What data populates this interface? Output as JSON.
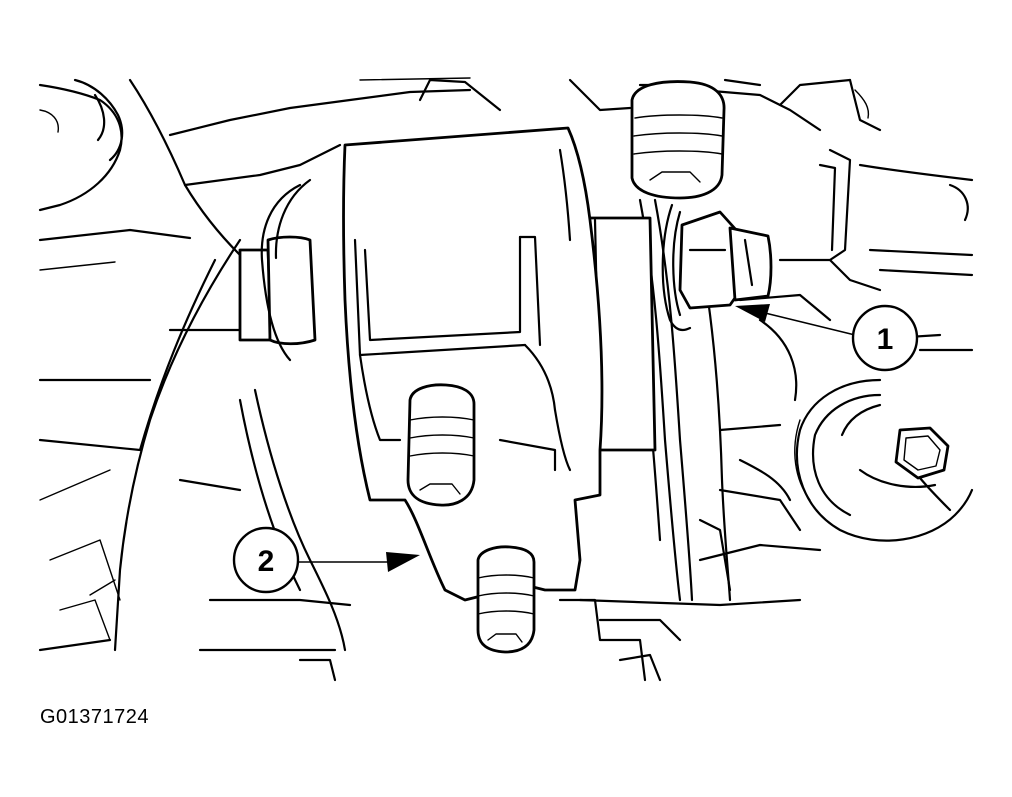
{
  "callouts": [
    {
      "label": "1"
    },
    {
      "label": "2"
    }
  ],
  "figure_id": "G01371724"
}
